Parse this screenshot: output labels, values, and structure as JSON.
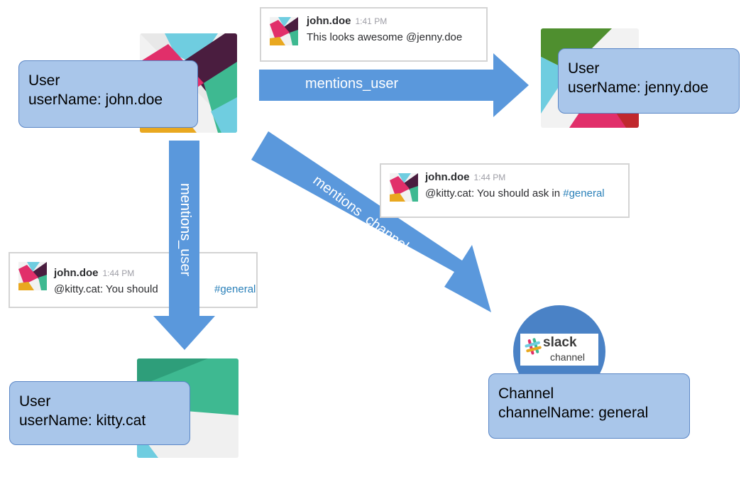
{
  "nodes": {
    "john": {
      "type_label": "User",
      "attr_label": "userName: john.doe"
    },
    "jenny": {
      "type_label": "User",
      "attr_label": "userName: jenny.doe"
    },
    "kitty": {
      "type_label": "User",
      "attr_label": "userName: kitty.cat"
    },
    "general": {
      "type_label": "Channel",
      "attr_label": "channelName: general"
    }
  },
  "edges": {
    "to_jenny": "mentions_user",
    "to_kitty": "mentions_user",
    "to_channel": "mentions_channel"
  },
  "messages": {
    "top": {
      "user": "john.doe",
      "time": "1:41 PM",
      "text": "This looks awesome @jenny.doe"
    },
    "middle": {
      "user": "john.doe",
      "time": "1:44 PM",
      "text": "@kitty.cat: You should ask in ",
      "channel": "#general"
    },
    "left": {
      "user": "john.doe",
      "time": "1:44 PM",
      "text": "@kitty.cat: You should",
      "channel": "#general"
    }
  },
  "slack_badge": {
    "word": "slack",
    "sub": "channel"
  },
  "colors": {
    "arrow": "#5a98dc",
    "node_fill": "#a9c6ea",
    "node_border": "#5a86c6",
    "channel_link": "#2a80b9"
  }
}
